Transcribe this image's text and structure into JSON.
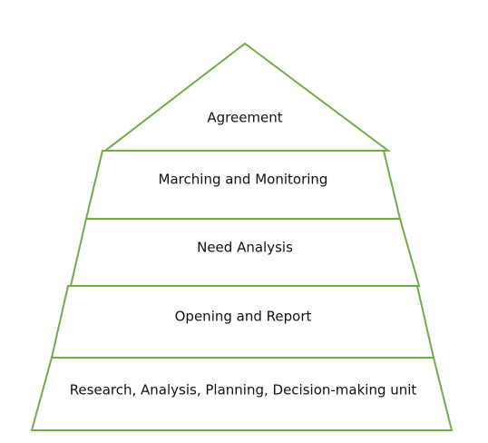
{
  "diagram": {
    "levels": [
      {
        "label": "Agreement"
      },
      {
        "label": "Marching and Monitoring"
      },
      {
        "label": "Need Analysis"
      },
      {
        "label": "Opening and Report"
      },
      {
        "label": "Research, Analysis, Planning, Decision-making unit"
      }
    ],
    "colors": {
      "outline": "#70ad47",
      "fill": "#ffffff",
      "text": "#111111"
    }
  }
}
